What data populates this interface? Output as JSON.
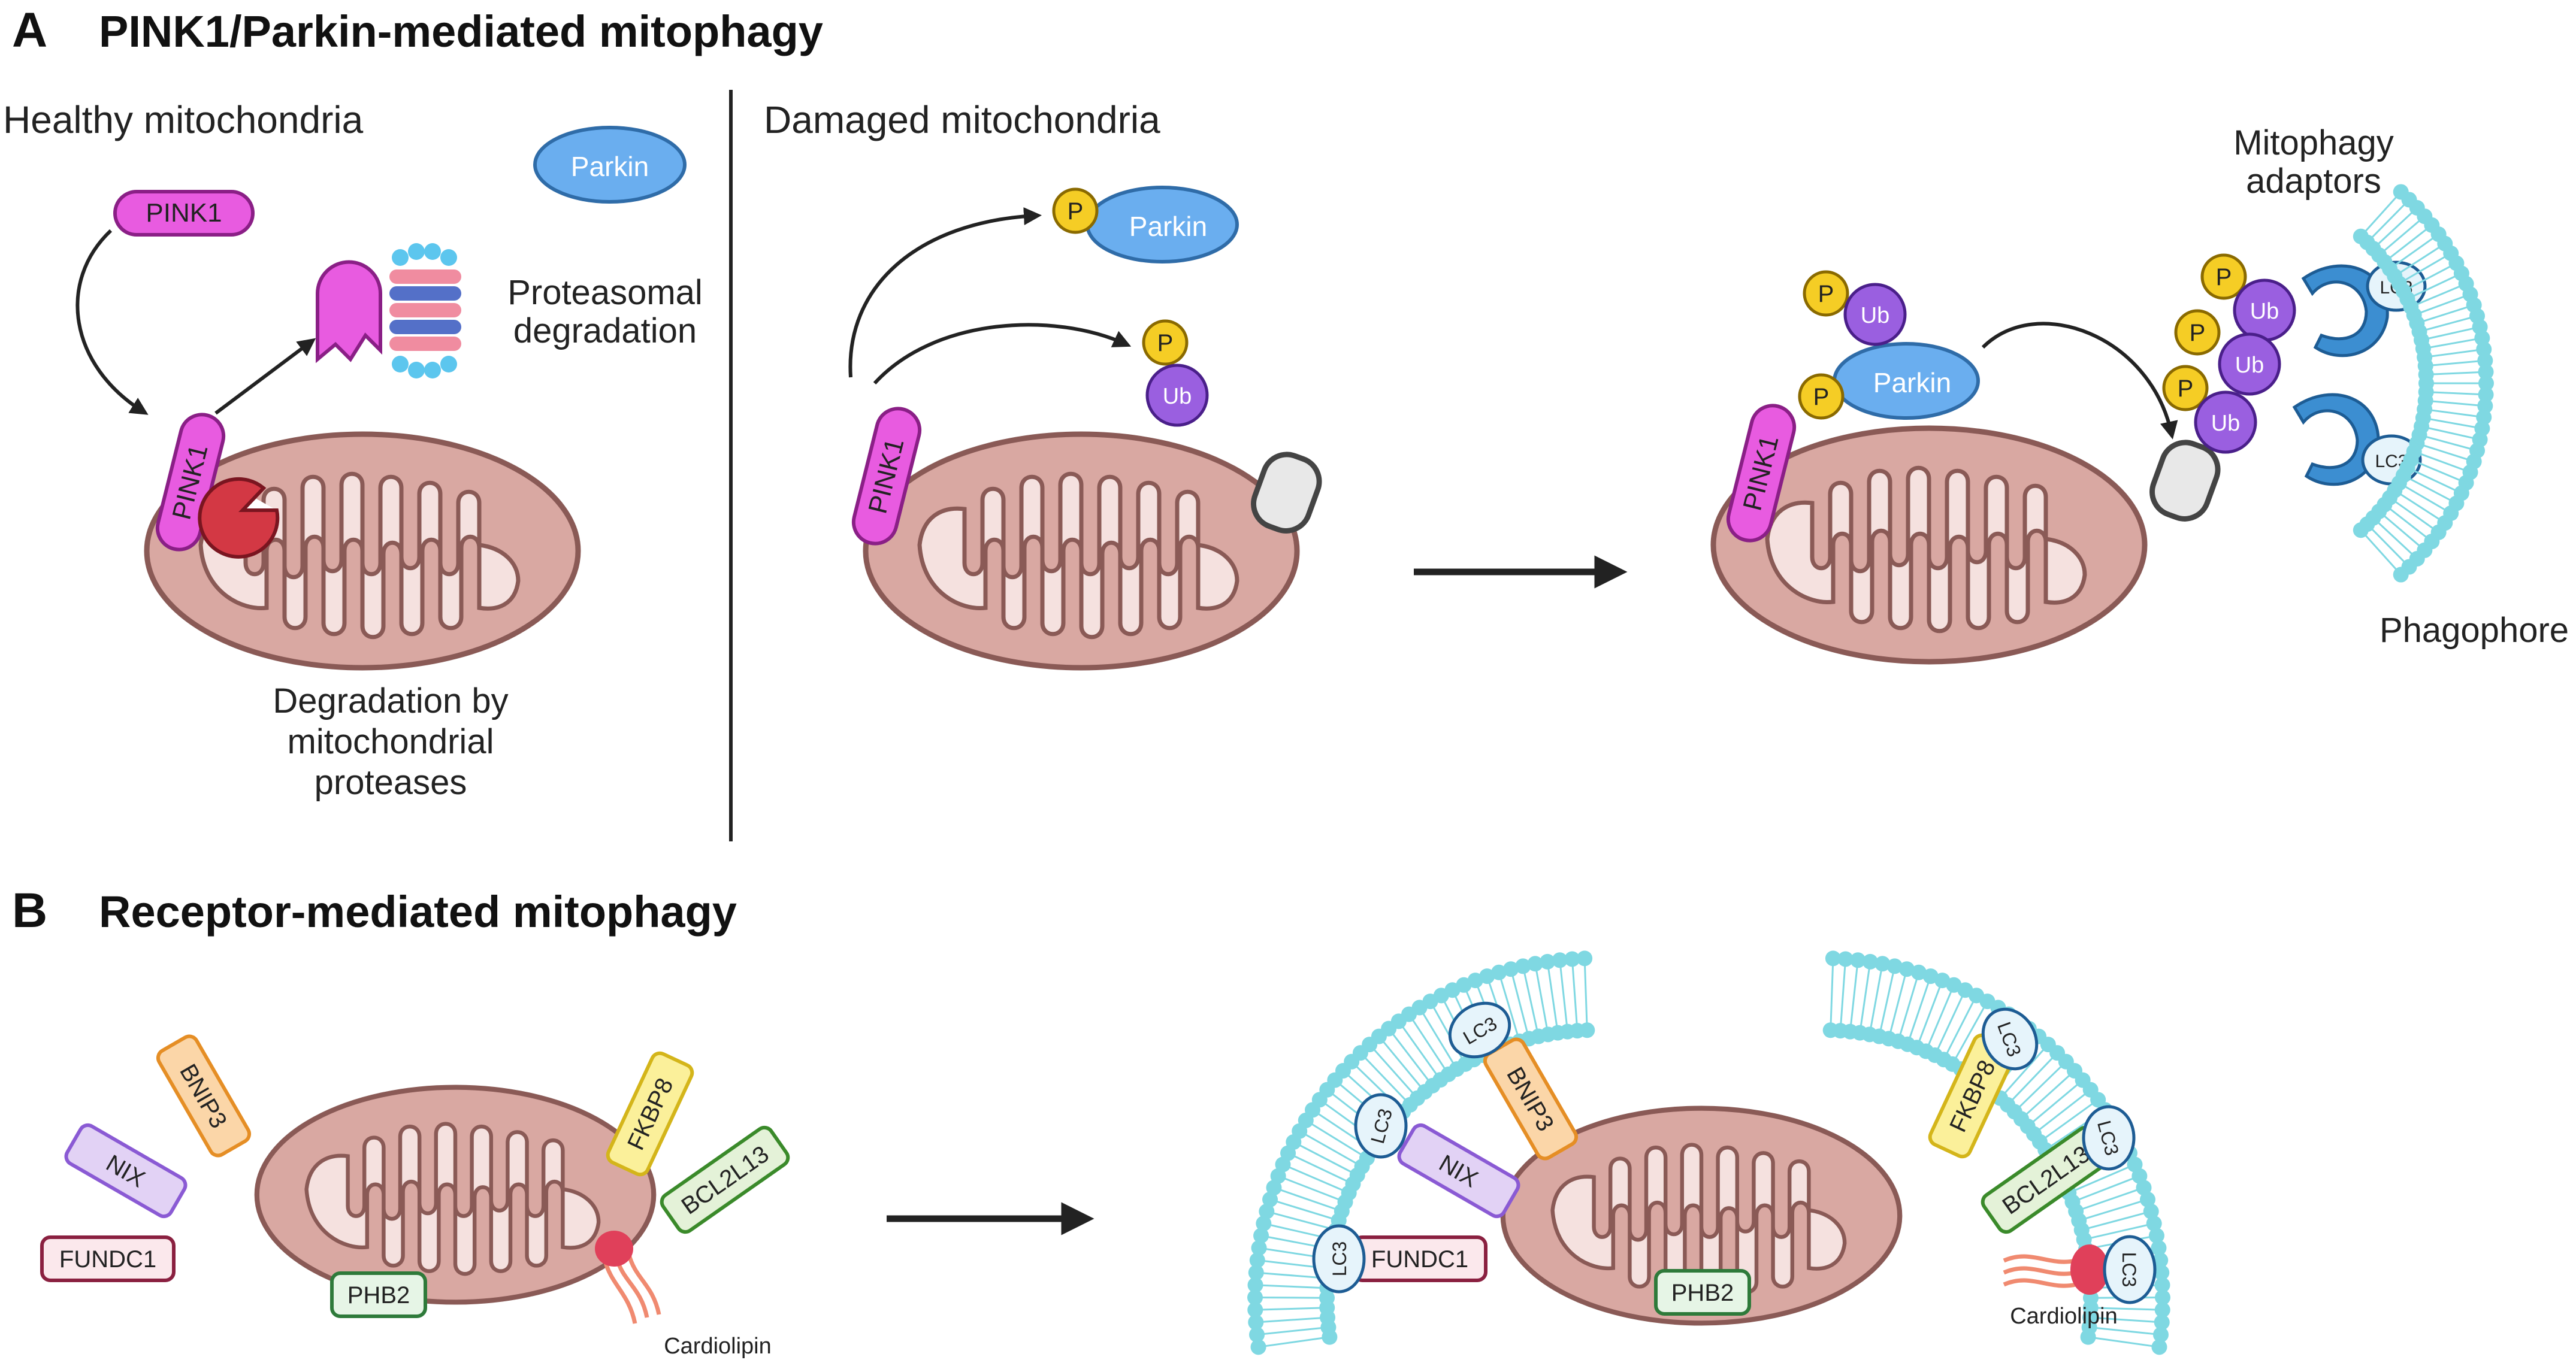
{
  "panel_a": {
    "letter": "A",
    "title": "PINK1/Parkin-mediated mitophagy",
    "healthy_heading": "Healthy mitochondria",
    "damaged_heading": "Damaged mitochondria",
    "pink1": "PINK1",
    "parkin": "Parkin",
    "phospho": "P",
    "ubiquitin": "Ub",
    "lc3": "LC3",
    "proteasomal_line1": "Proteasomal",
    "proteasomal_line2": "degradation",
    "degradation_line1": "Degradation by",
    "degradation_line2": "mitochondrial",
    "degradation_line3": "proteases",
    "adaptors_line1": "Mitophagy",
    "adaptors_line2": "adaptors",
    "phagophore": "Phagophore"
  },
  "panel_b": {
    "letter": "B",
    "title": "Receptor-mediated mitophagy",
    "receptors": {
      "bnip3": "BNIP3",
      "nix": "NIX",
      "fundc1": "FUNDC1",
      "fkbp8": "FKBP8",
      "bcl2l13": "BCL2L13",
      "phb2": "PHB2"
    },
    "cardiolipin": "Cardiolipin",
    "lc3": "LC3"
  },
  "colors": {
    "mito_outer": "#d9a8a2",
    "mito_stroke": "#8a5a56",
    "mito_inner": "#f5e1df",
    "pink1": "#e85be0",
    "parkin": "#6aaeef",
    "phospho": "#f5cd25",
    "ubiquitin": "#9a5fe0",
    "lc3": "#e6f4fb",
    "adaptor": "#3c8ed1",
    "phagophore": "#7fd8e2",
    "protease": "#d33844"
  }
}
